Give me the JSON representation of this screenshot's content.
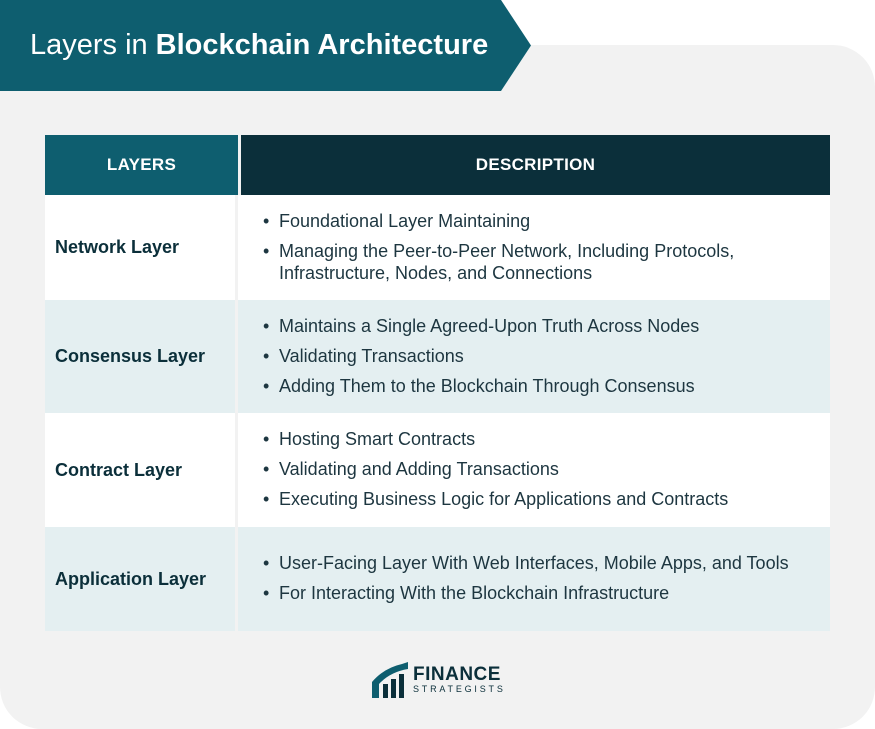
{
  "title": {
    "light": "Layers in",
    "bold": "Blockchain Architecture"
  },
  "table": {
    "headers": {
      "layers": "LAYERS",
      "description": "DESCRIPTION"
    },
    "rows": [
      {
        "name": "Network Layer",
        "bullets": [
          "Foundational Layer Maintaining",
          "Managing the Peer-to-Peer Network, Including Protocols, Infrastructure, Nodes, and Connections"
        ]
      },
      {
        "name": "Consensus Layer",
        "bullets": [
          "Maintains a Single Agreed-Upon Truth Across Nodes",
          "Validating Transactions",
          "Adding Them to the Blockchain Through Consensus"
        ]
      },
      {
        "name": "Contract Layer",
        "bullets": [
          "Hosting Smart Contracts",
          "Validating and Adding Transactions",
          "Executing Business Logic for Applications and Contracts"
        ]
      },
      {
        "name": "Application Layer",
        "bullets": [
          "User-Facing Layer With Web Interfaces, Mobile Apps, and Tools",
          "For Interacting With the Blockchain Infrastructure"
        ]
      }
    ]
  },
  "logo": {
    "line1": "FINANCE",
    "line2": "STRATEGISTS",
    "icon": "finance-strategists-logo-icon"
  },
  "colors": {
    "teal": "#0e5e6f",
    "dark": "#0b2f3a",
    "rowAlt": "#e4eff1",
    "card": "#f2f2f2"
  }
}
